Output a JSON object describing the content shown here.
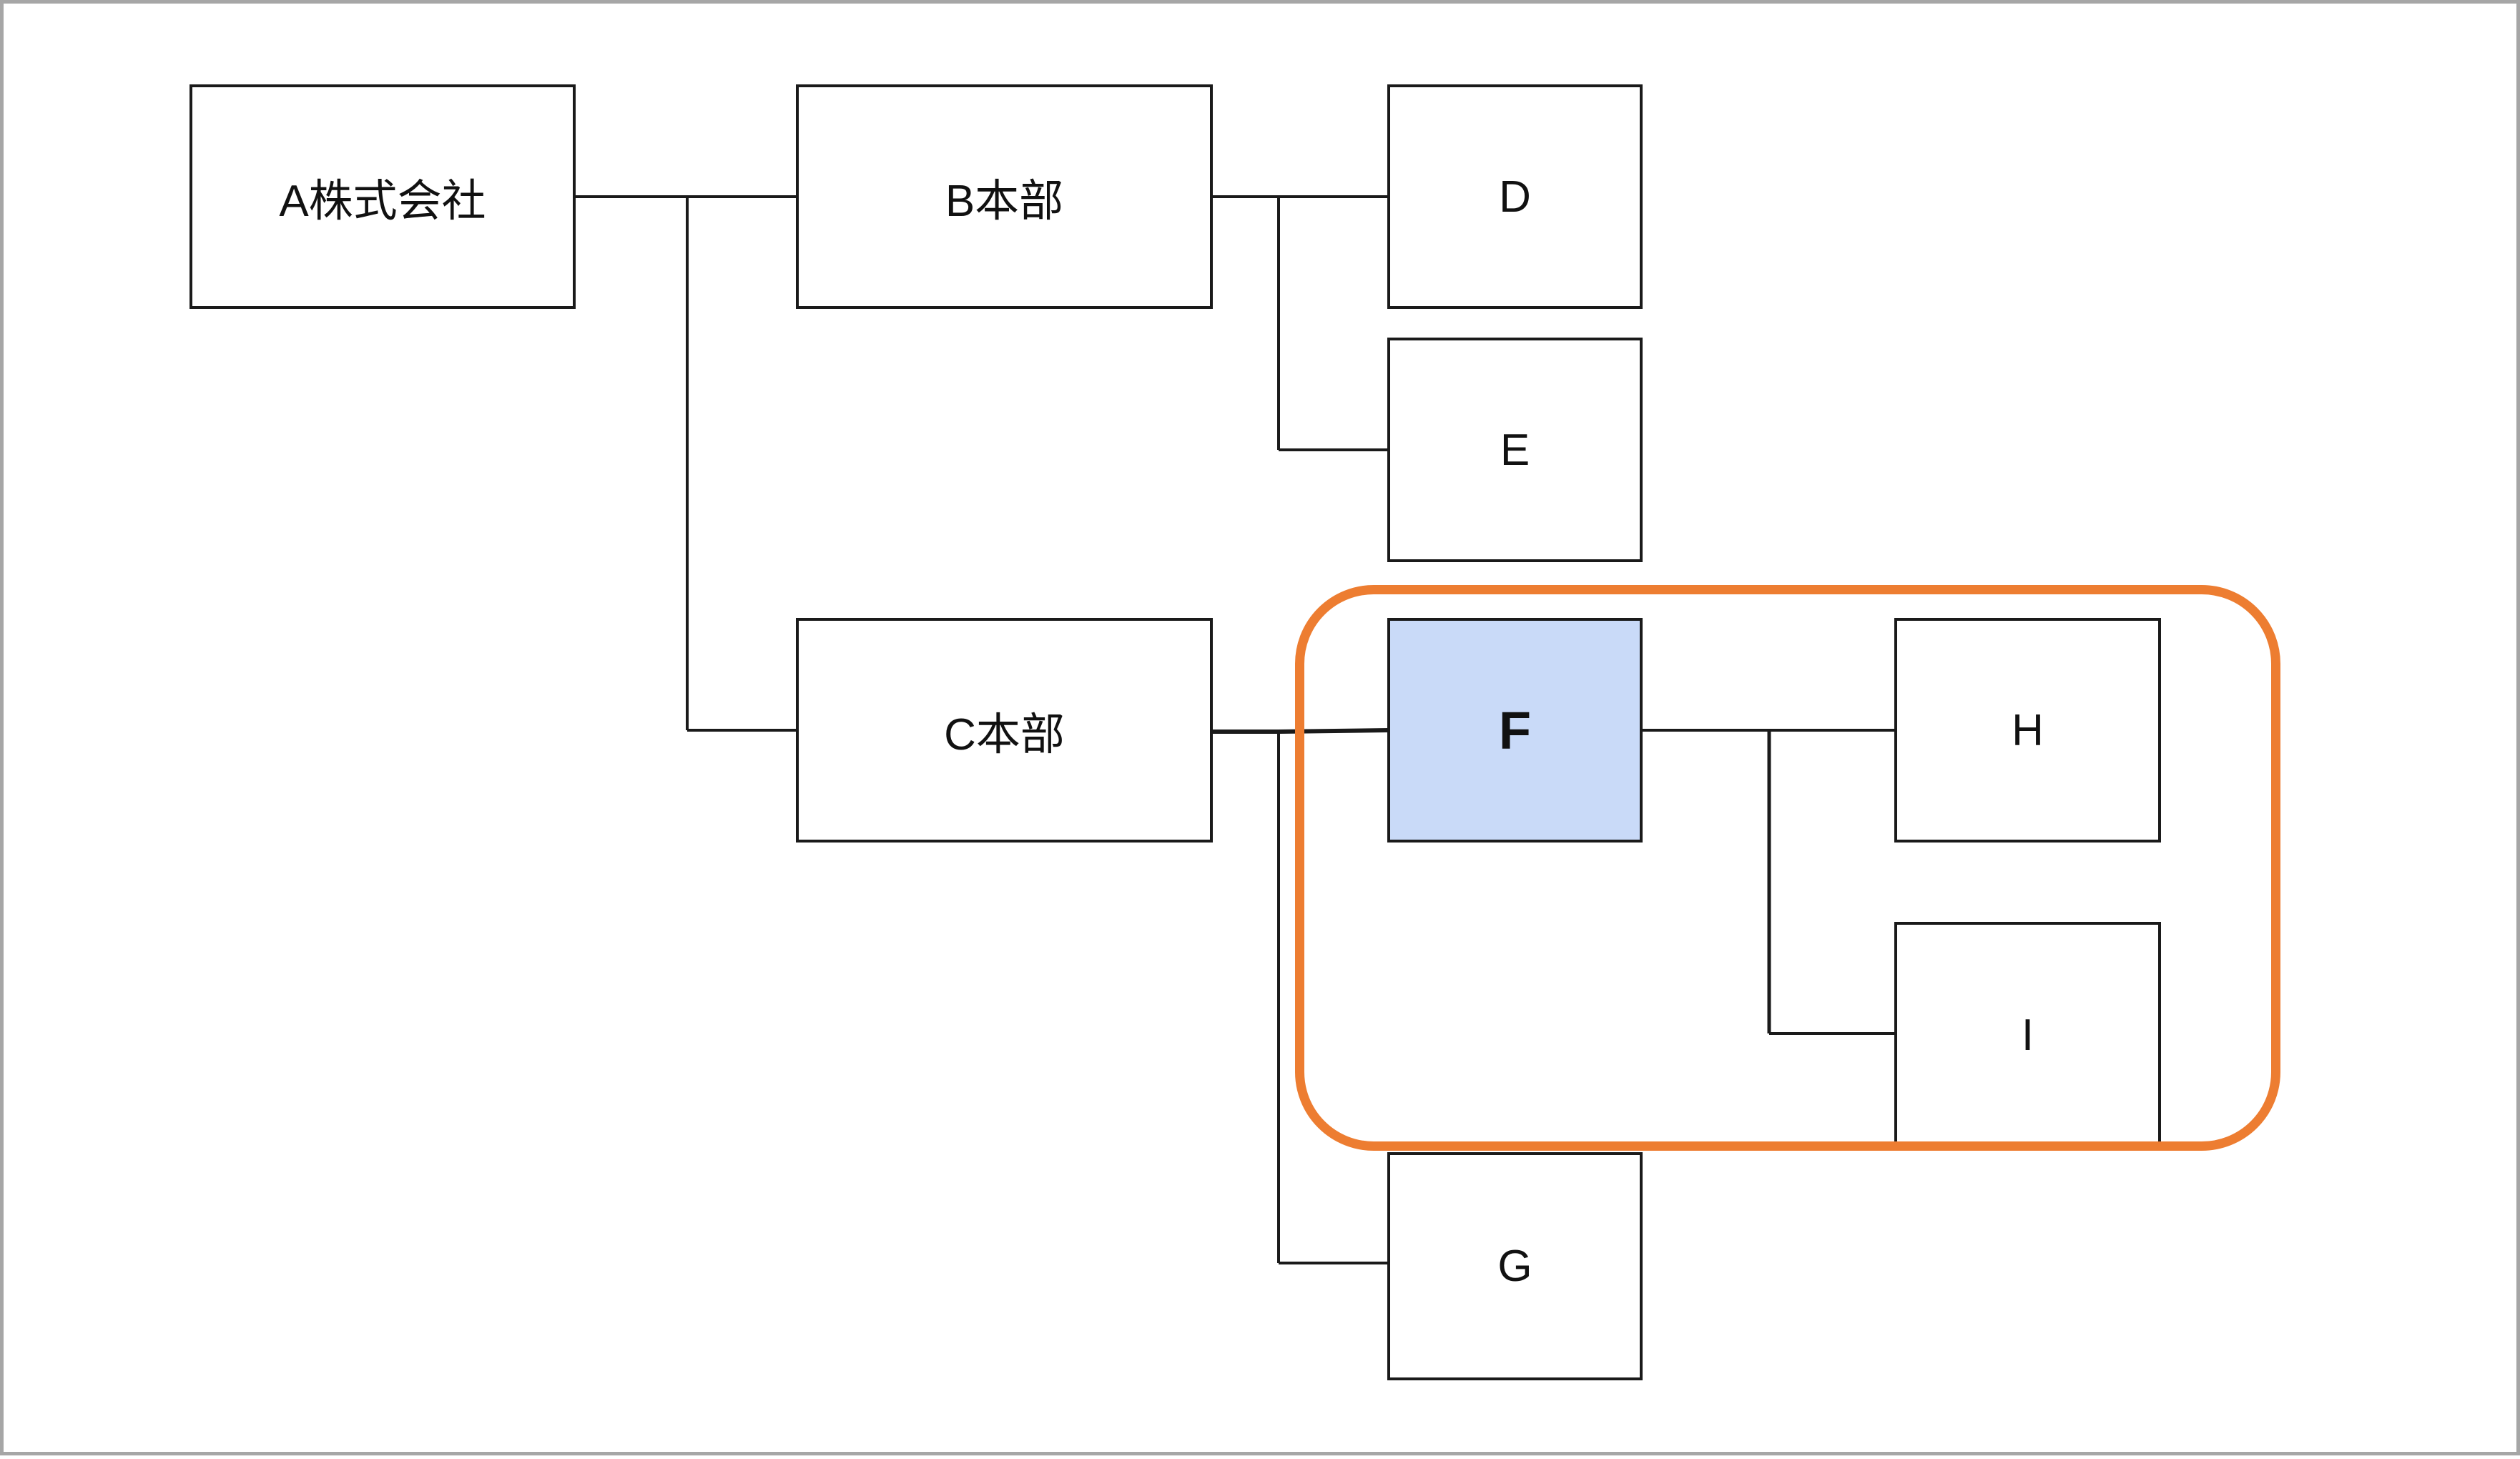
{
  "diagram": {
    "nodes": {
      "a": "A株式会社",
      "b": "B本部",
      "c": "C本部",
      "d": "D",
      "e": "E",
      "f": "F",
      "g": "G",
      "h": "H",
      "i": "I"
    },
    "edges": [
      [
        "a",
        "b"
      ],
      [
        "a",
        "c"
      ],
      [
        "b",
        "d"
      ],
      [
        "b",
        "e"
      ],
      [
        "c",
        "f"
      ],
      [
        "c",
        "g"
      ],
      [
        "f",
        "h"
      ],
      [
        "f",
        "i"
      ]
    ],
    "selected_node": "f",
    "highlighted_group": [
      "f",
      "h",
      "i"
    ]
  },
  "colors": {
    "selected_fill": "#c9daf8",
    "highlight_border": "#ed7d31",
    "line": "#1a1a1a"
  }
}
